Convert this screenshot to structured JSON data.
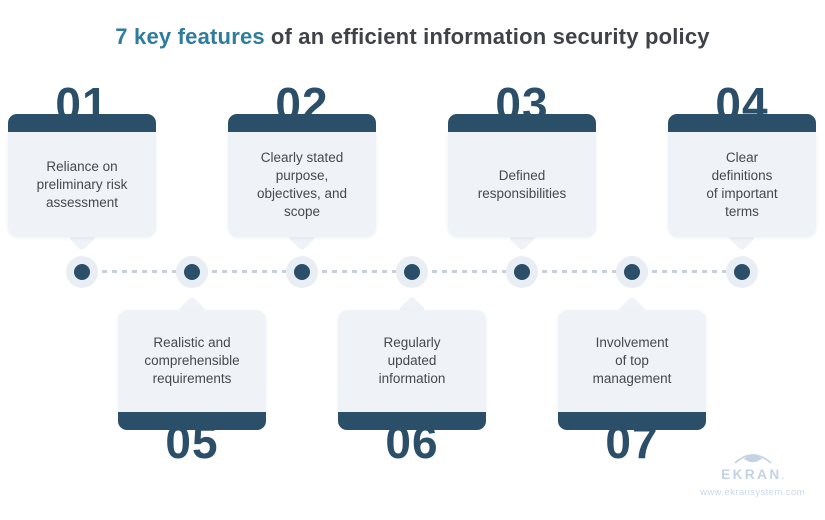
{
  "title": {
    "highlight": "7 key features",
    "rest": "of an efficient information security policy"
  },
  "cards": [
    {
      "number": "01",
      "text": "Reliance on\npreliminary risk\nassessment"
    },
    {
      "number": "02",
      "text": "Clearly stated\npurpose,\nobjectives, and\nscope"
    },
    {
      "number": "03",
      "text": "Defined\nresponsibilities"
    },
    {
      "number": "04",
      "text": "Clear\ndefinitions\nof important\nterms"
    },
    {
      "number": "05",
      "text": "Realistic and\ncomprehensible\nrequirements"
    },
    {
      "number": "06",
      "text": "Regularly\nupdated\ninformation"
    },
    {
      "number": "07",
      "text": "Involvement\nof top\nmanagement"
    }
  ],
  "timeline": {
    "dot_count": 7
  },
  "logo": {
    "name": "EKRAN",
    "suffix": ".",
    "website": "www.ekransystem.com"
  },
  "colors": {
    "accent_dark": "#2b4f68",
    "card_background": "#eff2f6",
    "title_highlight": "#2e7d9d",
    "title_text": "#3f4347",
    "dashed_line": "#c9cfd8",
    "dot_halo": "#e9eef4",
    "logo": "#c3d2e4"
  }
}
